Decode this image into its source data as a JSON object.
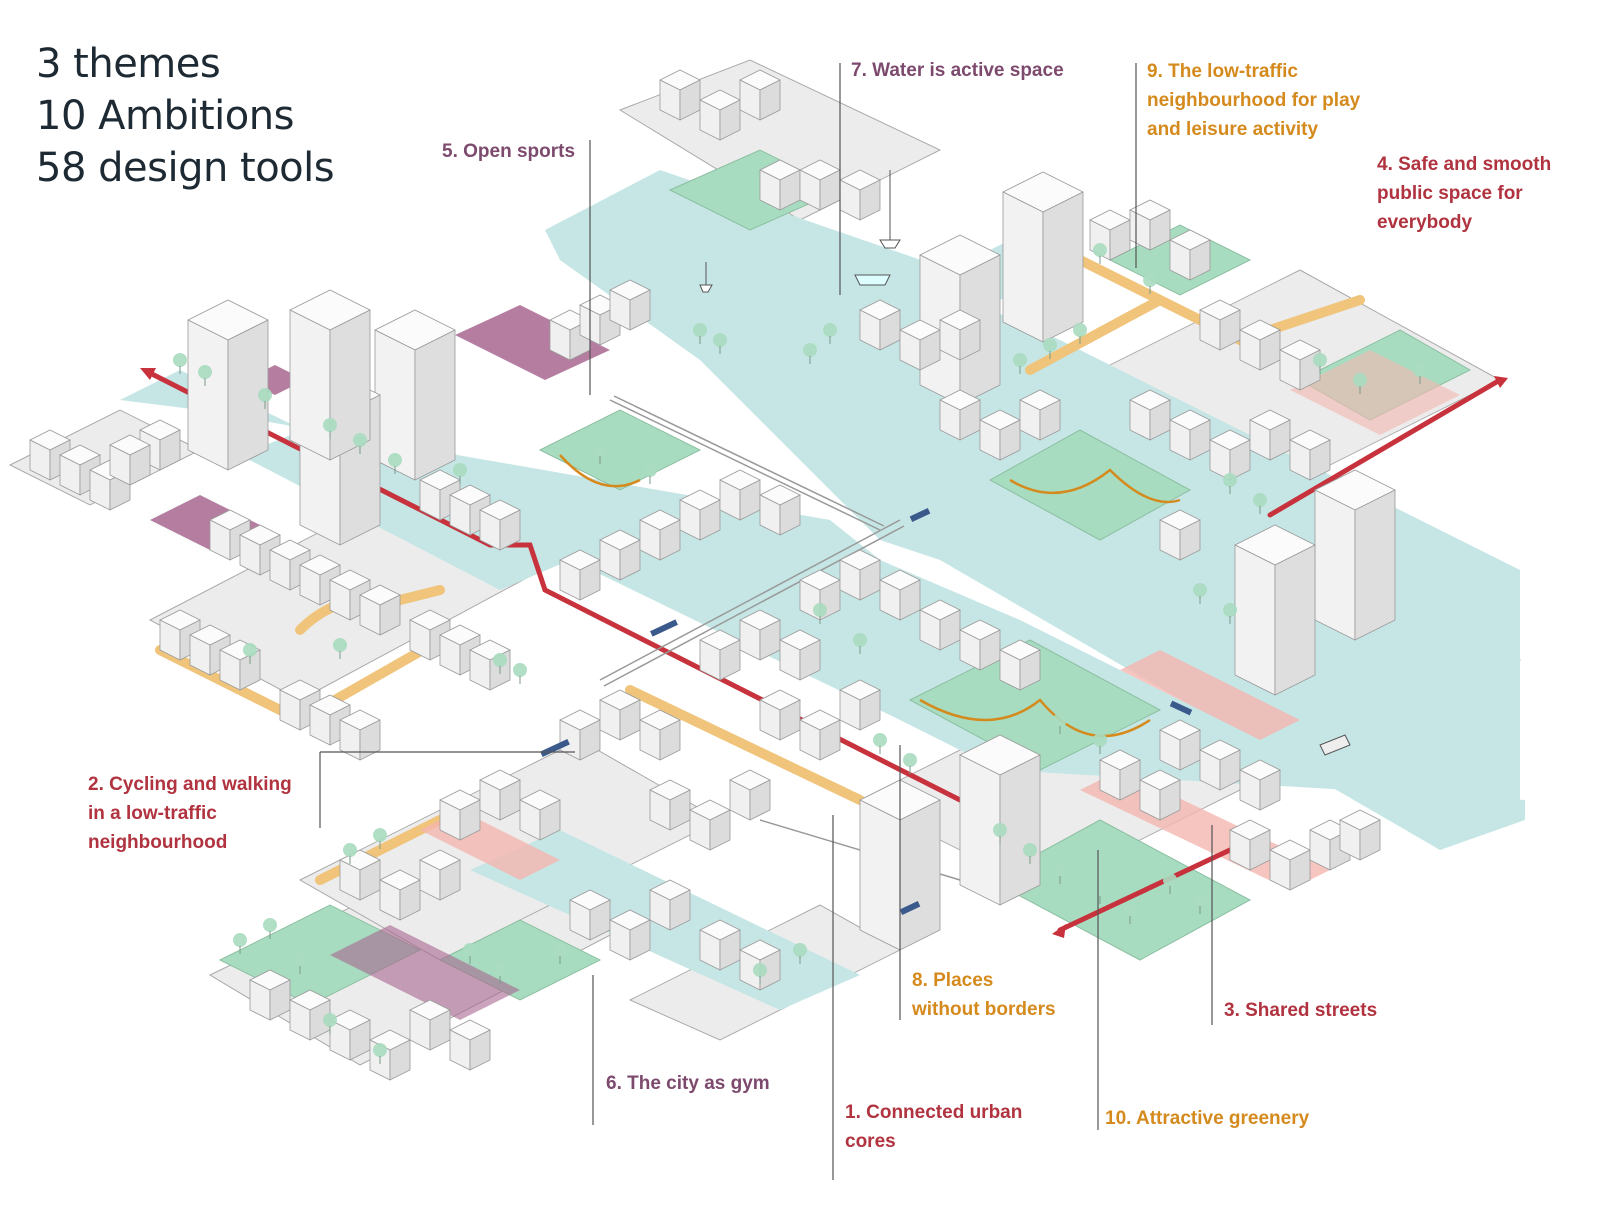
{
  "headline": {
    "line1": "3 themes",
    "line2": "10 Ambitions",
    "line3": "58 design tools"
  },
  "labels": {
    "a1": {
      "line1": "1.  Connected urban",
      "line2": "cores",
      "color": "#b0333f"
    },
    "a2": {
      "line1": "2. Cycling and walking",
      "line2": "in a low-traffic",
      "line3": "neighbourhood",
      "color": "#b0333f"
    },
    "a3": {
      "line1": "3. Shared streets",
      "color": "#b0333f"
    },
    "a4": {
      "line1": "4. Safe and smooth",
      "line2": "public space for",
      "line3": "everybody",
      "color": "#b0333f"
    },
    "a5": {
      "line1": "5. Open sports",
      "color": "#7d4a6e"
    },
    "a6": {
      "line1": "6. The city as gym",
      "color": "#7d4a6e"
    },
    "a7": {
      "line1": "7. Water is active space",
      "color": "#7d4a6e"
    },
    "a8": {
      "line1": "8. Places",
      "line2": "without borders",
      "color": "#d58a1d"
    },
    "a9": {
      "line1": "9. The low-traffic",
      "line2": "neighbourhood for play",
      "line3": "and leisure activity",
      "color": "#d58a1d"
    },
    "a10": {
      "line1": "10. Attractive greenery",
      "color": "#d58a1d"
    }
  },
  "palette": {
    "water": "#c6e6e6",
    "green": "#a8dcc0",
    "purple": "#a8668f",
    "orange": "#f0c47a",
    "red_route": "#c7323d",
    "building": "#f4f4f4",
    "ground": "#e6e6e6"
  }
}
